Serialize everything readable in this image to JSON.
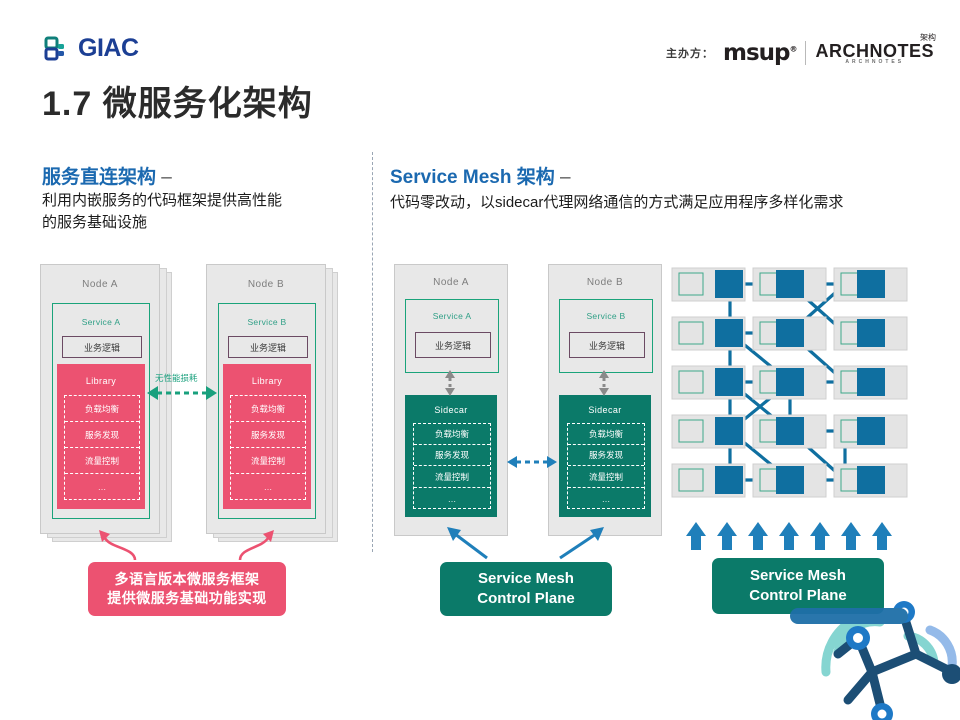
{
  "header": {
    "logo_text": "GIAC",
    "logo_icon": "giac-logo-icon",
    "sponsor_label": "主办方：",
    "sponsor_brand": "msup",
    "sponsor_reg": "®",
    "partner_brand": "ARCHNOTES",
    "partner_sup": "架构",
    "partner_sub": "ARCHNOTES"
  },
  "title": "1.7 微服务化架构",
  "left": {
    "heading": "服务直连架构",
    "heading_dash": "–",
    "description": "利用内嵌服务的代码框架提供高性能\n的服务基础设施",
    "description_line1": "利用内嵌服务的代码框架提供高性能",
    "description_line2": "的服务基础设施",
    "nodes": [
      {
        "node_label": "Node A",
        "service_label": "Service A",
        "biz_label": "业务逻辑",
        "lib_title": "Library",
        "lib_items": [
          "负载均衡",
          "服务发现",
          "流量控制",
          "…"
        ]
      },
      {
        "node_label": "Node B",
        "service_label": "Service B",
        "biz_label": "业务逻辑",
        "lib_title": "Library",
        "lib_items": [
          "负载均衡",
          "服务发现",
          "流量控制",
          "…"
        ]
      }
    ],
    "link_label": "无性能损耗",
    "callout_line1": "多语言版本微服务框架",
    "callout_line2": "提供微服务基础功能实现"
  },
  "right": {
    "heading": "Service Mesh 架构",
    "heading_dash": "–",
    "description": "代码零改动，以sidecar代理网络通信的方式满足应用程序多样化需求",
    "nodes": [
      {
        "node_label": "Node A",
        "service_label": "Service A",
        "biz_label": "业务逻辑",
        "sidecar_title": "Sidecar",
        "sidecar_items": [
          "负载均衡",
          "服务发现",
          "流量控制",
          "…"
        ]
      },
      {
        "node_label": "Node B",
        "service_label": "Service B",
        "biz_label": "业务逻辑",
        "sidecar_title": "Sidecar",
        "sidecar_items": [
          "负载均衡",
          "服务发现",
          "流量控制",
          "…"
        ]
      }
    ],
    "control_plane_1_line1": "Service Mesh",
    "control_plane_1_line2": "Control Plane",
    "control_plane_2_line1": "Service Mesh",
    "control_plane_2_line2": "Control Plane",
    "mesh": {
      "rows": 5,
      "cols": 3,
      "arrow_count": 7,
      "node_icon": "mesh-node-icon",
      "service_icon": "mesh-service-icon"
    }
  },
  "colors": {
    "brand_blue": "#1b69b0",
    "library_red": "#ec5271",
    "sidecar_green": "#0b7a69",
    "mesh_blue": "#0f6fa0",
    "node_gray": "#e8e8e8",
    "service_border": "#1aa37a",
    "title_dark": "#2b2b2b"
  }
}
